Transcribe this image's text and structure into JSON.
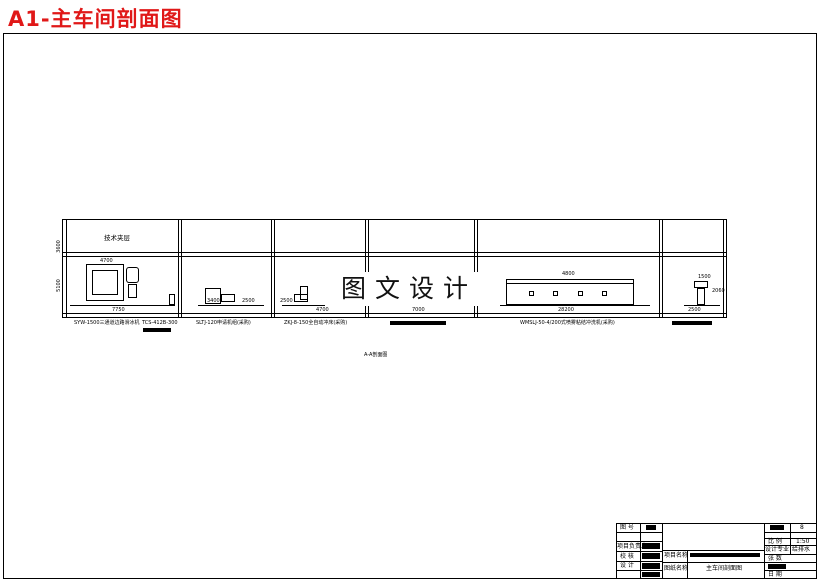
{
  "heading": "A1-主车间剖面图",
  "section": {
    "upper_floor_label": "技术夹层",
    "level_marks": [
      "3600",
      "5100"
    ],
    "section_title": "A-A剖面图",
    "watermark": "图文设计",
    "equipment_labels": [
      "SYW-1500三通道边路滑冰机",
      "TCS-412B-300",
      "SLTJ-120申请机组(采购)",
      "ZKJ-8-150全自动冲床(采购)",
      "WMSLJ-50-4/200式喷雾粘结冲洗机(采购)"
    ],
    "dimension_marks": [
      "7750",
      "4700",
      "3400",
      "2500",
      "2500",
      "4700",
      "7000",
      "4800",
      "28200",
      "2500",
      "1500",
      "2060"
    ]
  },
  "title_block": {
    "no_label": "图 号",
    "proportion_label": "比 例",
    "proportion_value": "1:50",
    "design_major_label": "设计专业",
    "design_major_value": "给排水",
    "sheet_label": "张 数",
    "date_label": "日 期",
    "project_head_label": "项目负责人",
    "project_name_label": "项目名称",
    "check_label": "校 核",
    "design_label": "设 计",
    "drawing_name_label": "图纸名称",
    "drawing_name_value": "主车间剖面图",
    "page_no": "8"
  }
}
